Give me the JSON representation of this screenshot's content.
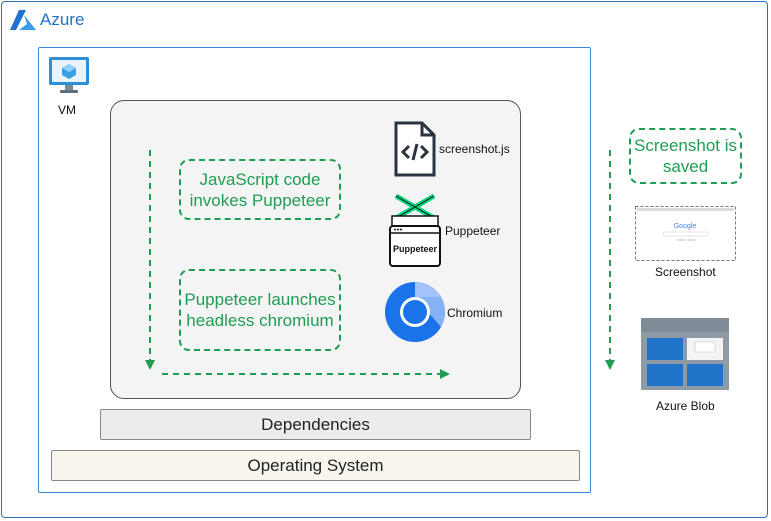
{
  "azure": {
    "title": "Azure"
  },
  "vm": {
    "label": "VM"
  },
  "callouts": {
    "invoke": "JavaScript code invokes Puppeteer",
    "launch": "Puppeteer launches headless chromium",
    "saved": "Screenshot is saved"
  },
  "components": {
    "script": "screenshot.js",
    "puppeteer": "Puppeteer",
    "puppeteer_badge": "Puppeteer",
    "chromium": "Chromium"
  },
  "outputs": {
    "screenshot": "Screenshot",
    "blob": "Azure Blob",
    "screenshot_search_logo": "Google"
  },
  "layers": {
    "dependencies": "Dependencies",
    "os": "Operating System"
  },
  "colors": {
    "azure_blue": "#1f74c9",
    "accent_green": "#1e9e52",
    "chrome_blue": "#1a73e8"
  }
}
